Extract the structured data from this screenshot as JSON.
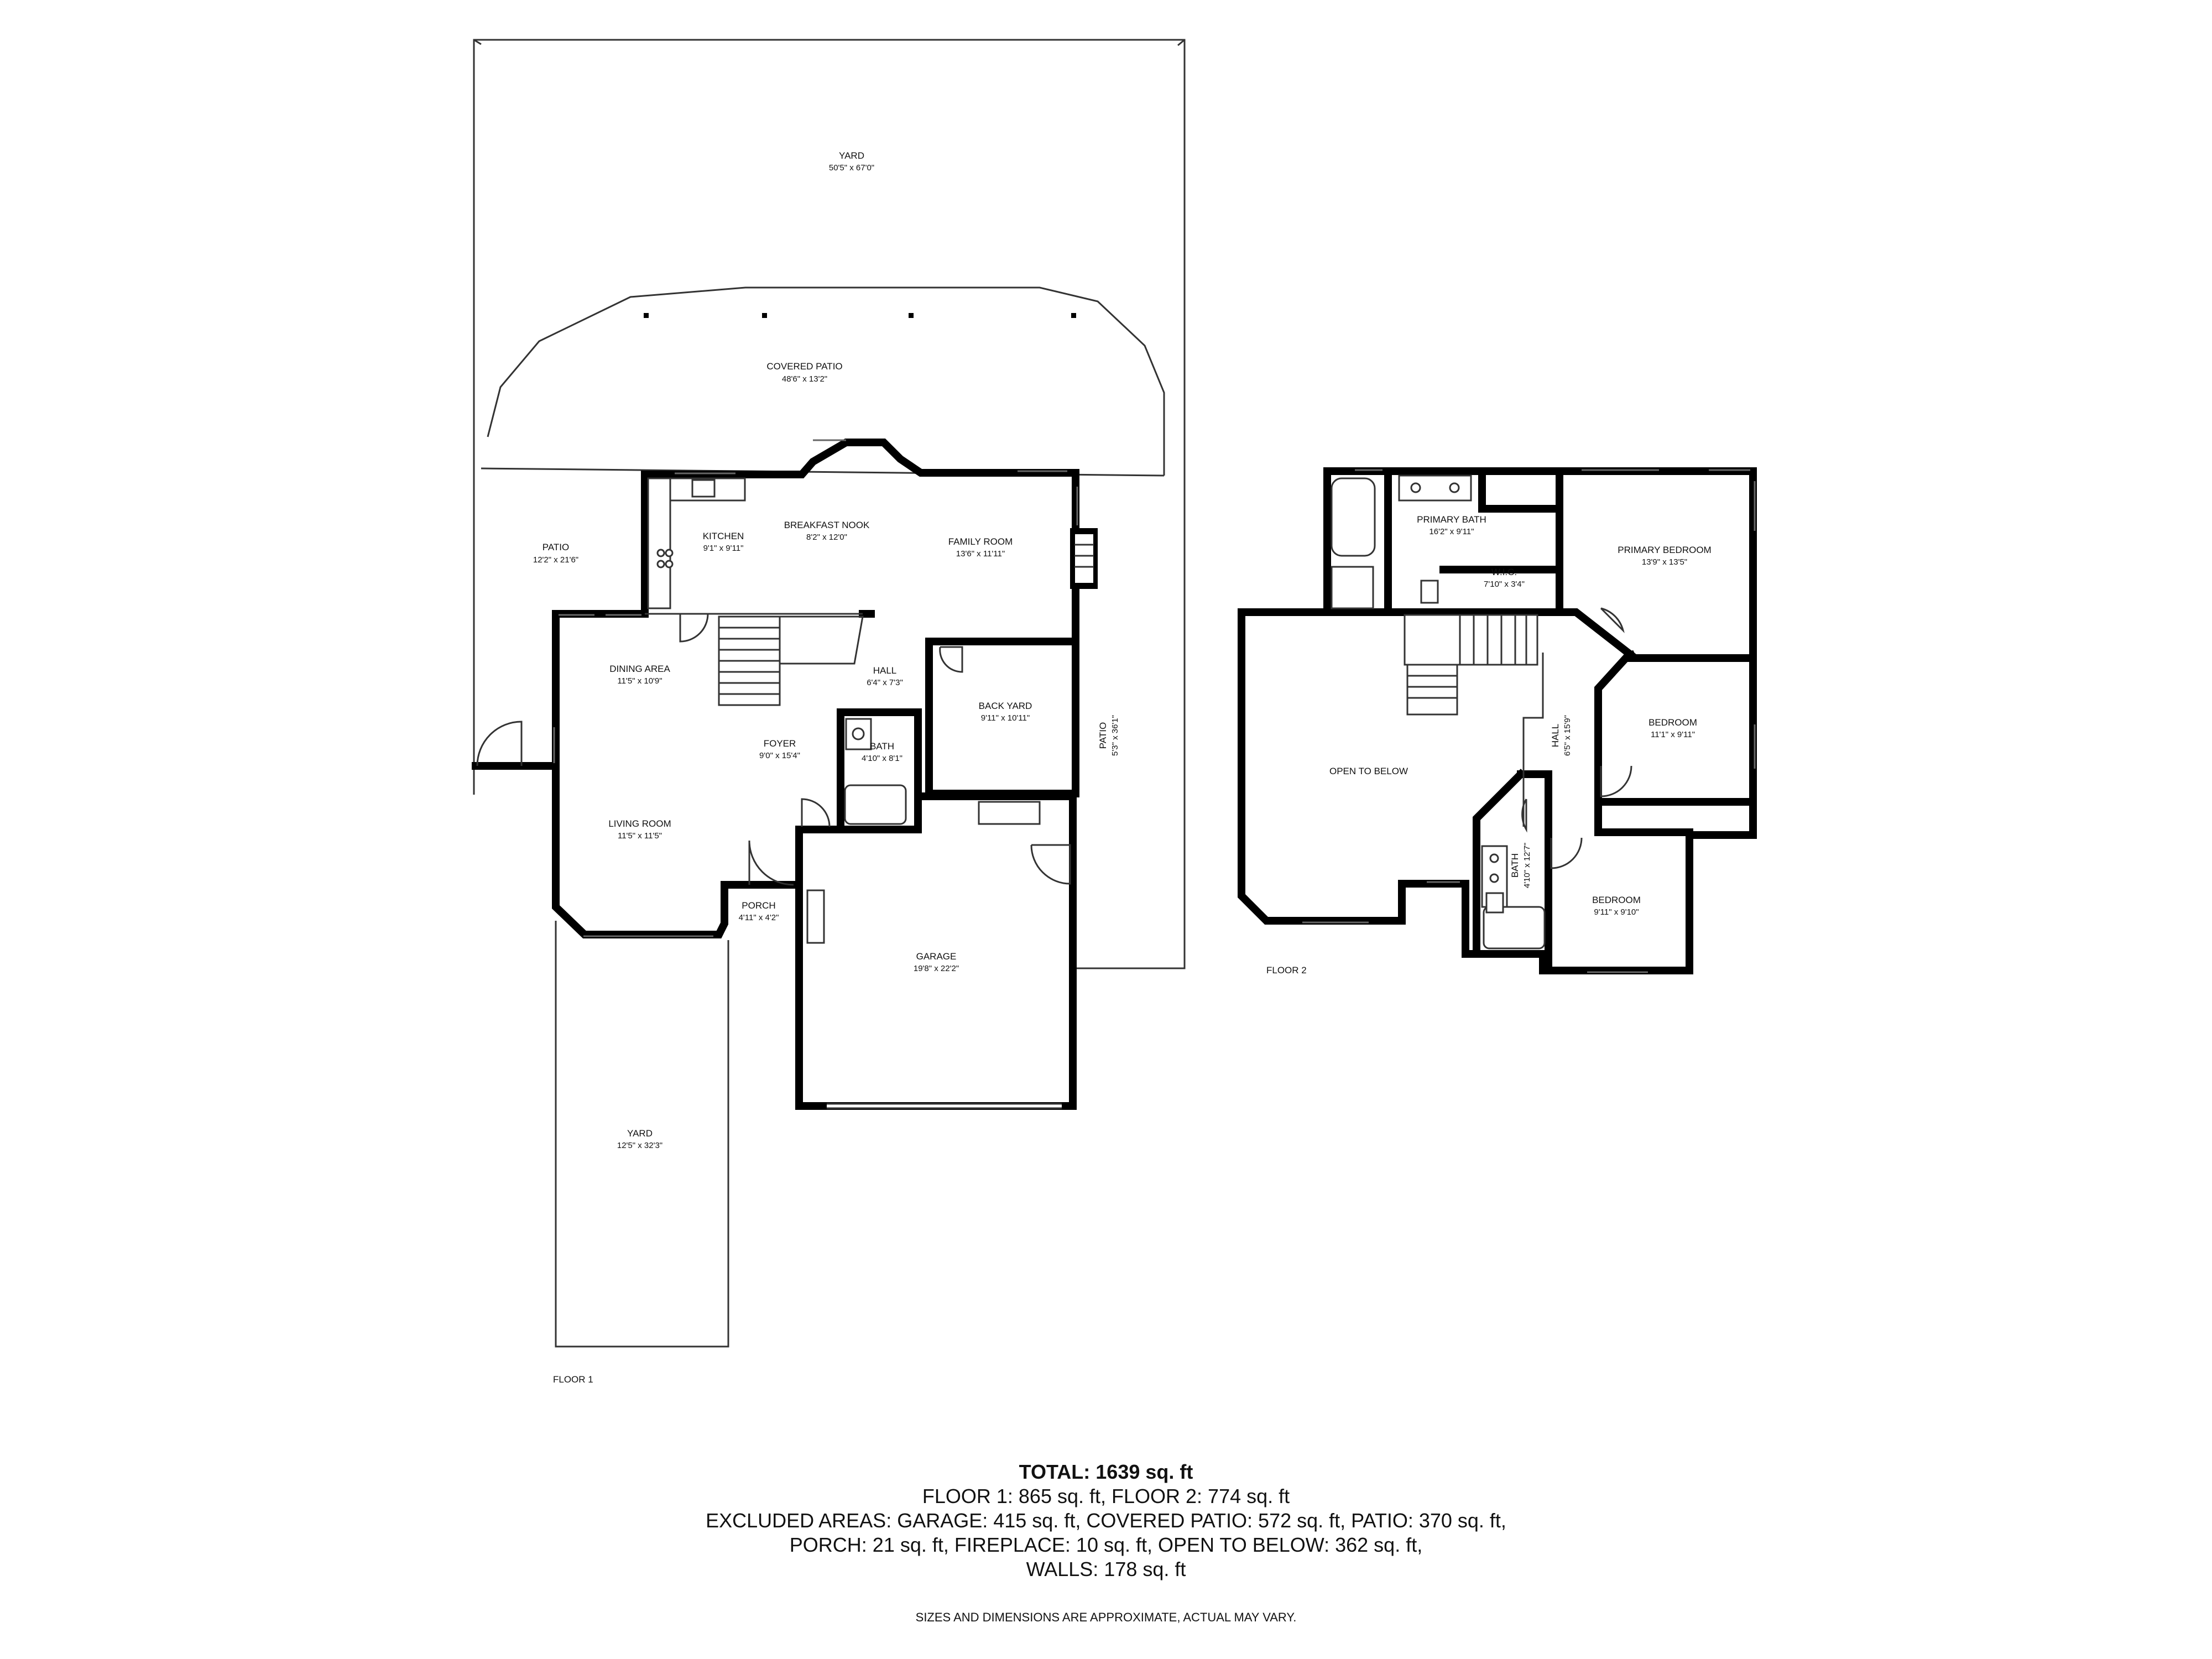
{
  "floor1": {
    "label": "FLOOR 1",
    "rooms": {
      "yard_top": {
        "name": "YARD",
        "dims": "50'5\" x 67'0\""
      },
      "covered_patio": {
        "name": "COVERED PATIO",
        "dims": "48'6\" x 13'2\""
      },
      "patio_left": {
        "name": "PATIO",
        "dims": "12'2\" x 21'6\""
      },
      "kitchen": {
        "name": "KITCHEN",
        "dims": "9'1\" x 9'11\""
      },
      "breakfast_nook": {
        "name": "BREAKFAST NOOK",
        "dims": "8'2\" x 12'0\""
      },
      "family_room": {
        "name": "FAMILY ROOM",
        "dims": "13'6\" x 11'11\""
      },
      "dining_area": {
        "name": "DINING AREA",
        "dims": "11'5\" x 10'9\""
      },
      "hall": {
        "name": "HALL",
        "dims": "6'4\" x 7'3\""
      },
      "back_yard": {
        "name": "BACK YARD",
        "dims": "9'11\" x 10'11\""
      },
      "patio_right": {
        "name": "PATIO",
        "dims": "5'3\" x 36'1\""
      },
      "foyer": {
        "name": "FOYER",
        "dims": "9'0\" x 15'4\""
      },
      "bath": {
        "name": "BATH",
        "dims": "4'10\" x 8'1\""
      },
      "living_room": {
        "name": "LIVING ROOM",
        "dims": "11'5\" x 11'5\""
      },
      "porch": {
        "name": "PORCH",
        "dims": "4'11\" x 4'2\""
      },
      "garage": {
        "name": "GARAGE",
        "dims": "19'8\" x 22'2\""
      },
      "yard_bottom": {
        "name": "YARD",
        "dims": "12'5\" x 32'3\""
      }
    }
  },
  "floor2": {
    "label": "FLOOR 2",
    "rooms": {
      "primary_bath": {
        "name": "PRIMARY BATH",
        "dims": "16'2\" x 9'11\""
      },
      "wic": {
        "name": "W.I.C.",
        "dims": "7'10\" x 3'4\""
      },
      "primary_bedroom": {
        "name": "PRIMARY BEDROOM",
        "dims": "13'9\" x 13'5\""
      },
      "open_to_below": {
        "name": "OPEN TO BELOW",
        "dims": ""
      },
      "hall": {
        "name": "HALL",
        "dims": "6'5\" x 15'9\""
      },
      "bedroom_1": {
        "name": "BEDROOM",
        "dims": "11'1\" x 9'11\""
      },
      "bath": {
        "name": "BATH",
        "dims": "4'10\" x 12'7\""
      },
      "bedroom_2": {
        "name": "BEDROOM",
        "dims": "9'11\" x 9'10\""
      }
    }
  },
  "summary": {
    "total": "TOTAL: 1639 sq. ft",
    "line1": "FLOOR 1: 865 sq. ft, FLOOR 2: 774 sq. ft",
    "line2": "EXCLUDED AREAS: GARAGE: 415 sq. ft, COVERED PATIO: 572 sq. ft, PATIO: 370 sq. ft,",
    "line3": "PORCH: 21 sq. ft, FIREPLACE: 10 sq. ft, OPEN TO BELOW: 362 sq. ft,",
    "line4": "WALLS: 178 sq. ft"
  },
  "disclaimer": "SIZES AND DIMENSIONS ARE APPROXIMATE, ACTUAL MAY VARY."
}
